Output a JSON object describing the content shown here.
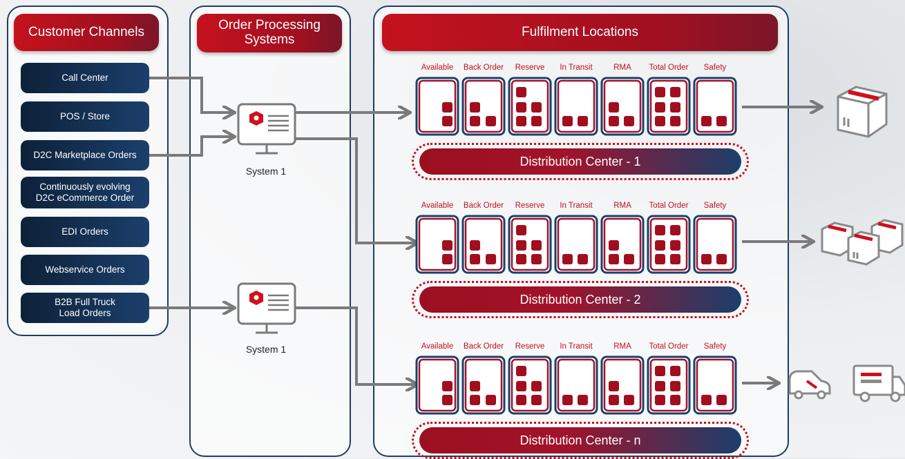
{
  "headers": {
    "customer_channels": "Customer Channels",
    "order_processing": "Order Processing Systems",
    "fulfilment": "Fulfilment Locations"
  },
  "channels": [
    "Call Center",
    "POS / Store",
    "D2C Marketplace Orders",
    "Continuously evolving D2C eCommerce Order",
    "EDI Orders",
    "Webservice Orders",
    "B2B Full Truck Load Orders"
  ],
  "systems": [
    "System 1",
    "System 1"
  ],
  "bin_labels": [
    "Available",
    "Back Order",
    "Reserve",
    "In Transit",
    "RMA",
    "Total Order",
    "Safety"
  ],
  "distribution_centers": [
    "Distribution Center - 1",
    "Distribution Center - 2",
    "Distribution Center - n"
  ],
  "shipment_icons": [
    "box-icon",
    "multiple-boxes-icon",
    "van-and-truck-icon"
  ],
  "colors": {
    "red": "#c4121e",
    "navy": "#1b3f6b",
    "arrow_gray": "#7a7a7a"
  }
}
